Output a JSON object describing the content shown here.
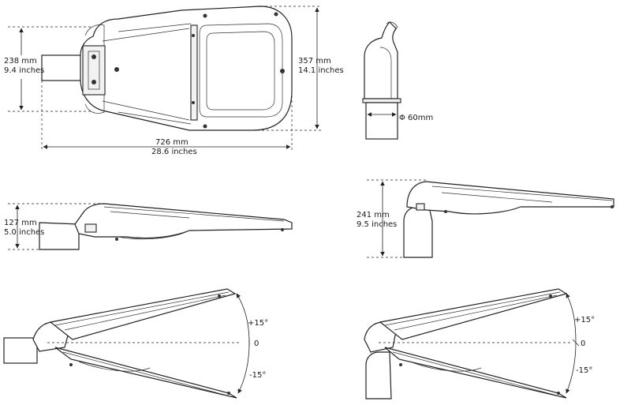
{
  "top_view": {
    "width": {
      "mm": "726 mm",
      "in": "28.6 inches"
    },
    "height": {
      "mm": "357 mm",
      "in": "14.1 inches"
    },
    "mount": {
      "mm": "238 mm",
      "in": "9.4 inches"
    }
  },
  "pole": {
    "diameter": "Φ 60mm"
  },
  "side_view": {
    "height": {
      "mm": "127 mm",
      "in": "5.0 inches"
    }
  },
  "post_top_view": {
    "height": {
      "mm": "241 mm",
      "in": "9.5 inches"
    }
  },
  "tilt_side": {
    "plus": "+15°",
    "zero": "0",
    "minus": "-15°"
  },
  "tilt_post": {
    "plus": "+15°",
    "zero": "0",
    "minus": "-15°"
  }
}
